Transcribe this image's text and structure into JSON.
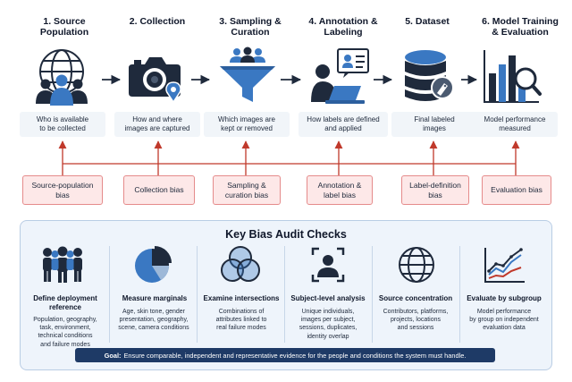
{
  "pipeline": {
    "steps": [
      {
        "title": "1. Source\nPopulation",
        "icon": "globe-people-icon",
        "desc": "Who is available\nto be collected",
        "bias": "Source-population\nbias"
      },
      {
        "title": "2. Collection",
        "icon": "camera-location-icon",
        "desc": "How and where\nimages are captured",
        "bias": "Collection bias"
      },
      {
        "title": "3. Sampling &\nCuration",
        "icon": "funnel-people-icon",
        "desc": "Which images are\nkept or removed",
        "bias": "Sampling &\ncuration bias"
      },
      {
        "title": "4. Annotation &\nLabeling",
        "icon": "annotator-laptop-icon",
        "desc": "How labels are defined\nand applied",
        "bias": "Annotation &\nlabel bias"
      },
      {
        "title": "5. Dataset",
        "icon": "database-tag-icon",
        "desc": "Final labeled\nimages",
        "bias": "Label-definition\nbias"
      },
      {
        "title": "6. Model Training\n& Evaluation",
        "icon": "bar-chart-magnifier-icon",
        "desc": "Model performance\nmeasured",
        "bias": "Evaluation bias"
      }
    ]
  },
  "audit": {
    "title": "Key Bias Audit Checks",
    "checks": [
      {
        "title": "Define deployment\nreference",
        "icon": "people-group-icon",
        "desc": "Population, geography,\ntask, environment,\ntechnical conditions\nand failure modes"
      },
      {
        "title": "Measure marginals",
        "icon": "pie-chart-icon",
        "desc": "Age, skin tone, gender\npresentation, geography,\nscene, camera conditions"
      },
      {
        "title": "Examine intersections",
        "icon": "venn-diagram-icon",
        "desc": "Combinations of\nattributes linked to\nreal failure modes"
      },
      {
        "title": "Subject-level analysis",
        "icon": "person-focus-icon",
        "desc": "Unique individuals,\nimages per subject,\nsessions, duplicates,\nidentity overlap"
      },
      {
        "title": "Source concentration",
        "icon": "globe-icon",
        "desc": "Contributors, platforms,\nprojects, locations\nand sessions"
      },
      {
        "title": "Evaluate by subgroup",
        "icon": "line-chart-icon",
        "desc": "Model performance\nby group on independent\nevaluation data"
      }
    ]
  },
  "goal": {
    "label": "Goal:",
    "text": "Ensure comparable, independent and representative evidence for the people and conditions the system must handle."
  },
  "colors": {
    "navy": "#1e3a66",
    "dark_icon": "#1f2a3c",
    "accent_blue": "#3a78c2",
    "bias_red": "#c0392b",
    "bias_fill": "#fde8e8",
    "panel_fill": "#eef4fb"
  }
}
